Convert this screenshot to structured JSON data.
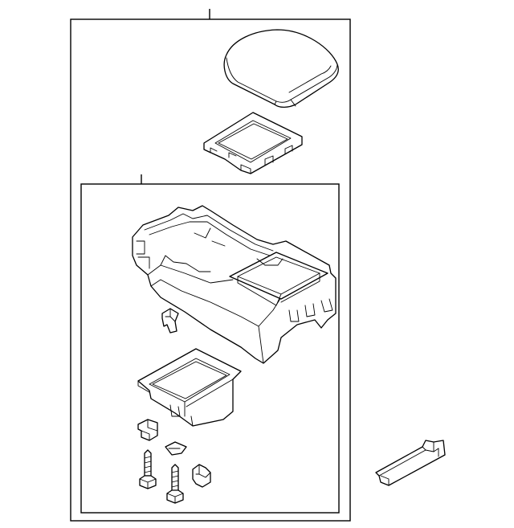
{
  "diagram": {
    "type": "exploded-parts-diagram",
    "background": "#ffffff",
    "line_color": "#000000",
    "parts": [
      "armrest-lid",
      "lid-frame",
      "console-body",
      "small-clip",
      "storage-tray",
      "upper-clip",
      "lower-clip",
      "screw-left",
      "screw-right",
      "bracket-clip",
      "side-bracket"
    ]
  }
}
